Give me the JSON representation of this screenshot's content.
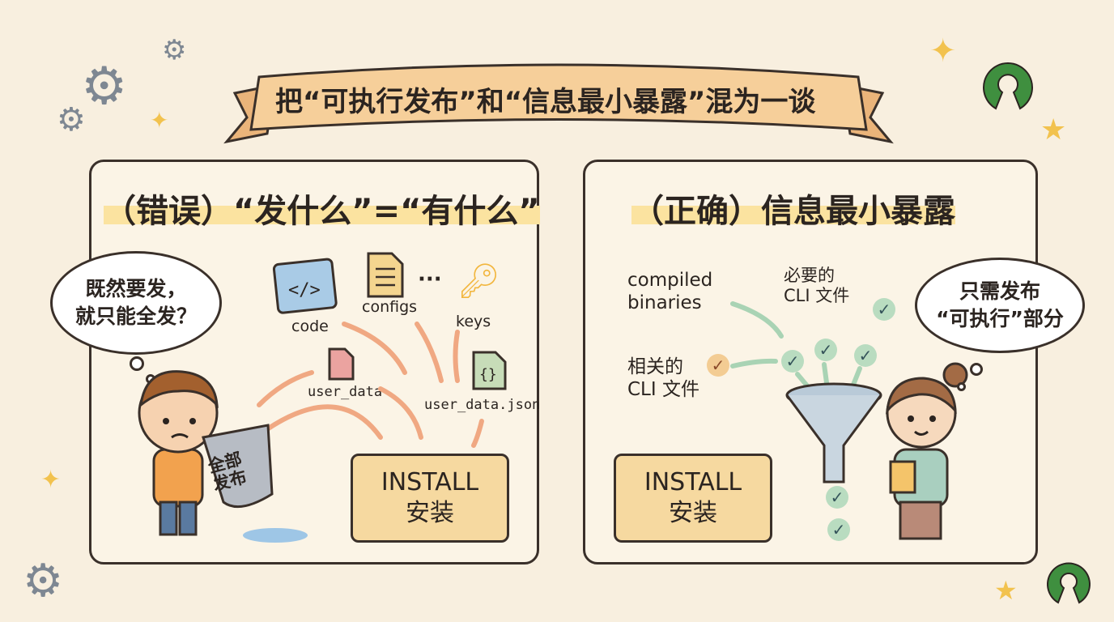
{
  "banner": {
    "title": "把“可执行发布”和“信息最小暴露”混为一谈"
  },
  "left": {
    "title": "（错误）“发什么”=“有什么”",
    "thought": [
      "既然要发，",
      "就只能全发？"
    ],
    "items": {
      "code": "code",
      "configs": "configs",
      "ellipsis": "···",
      "keys": "keys",
      "user_data": "user_data",
      "user_data_json": "user_data.json"
    },
    "bucket_label": [
      "全部",
      "发布"
    ],
    "install": [
      "INSTALL",
      "安装"
    ]
  },
  "right": {
    "title": "（正确）信息最小暴露",
    "binaries": [
      "compiled",
      "binaries"
    ],
    "required": [
      "必要的",
      "CLI 文件"
    ],
    "related": [
      "相关的",
      "CLI 文件"
    ],
    "thought": [
      "只需发布",
      "“可执行”部分"
    ],
    "install": [
      "INSTALL",
      "安装"
    ]
  },
  "colors": {
    "background": "#f8efdf",
    "banner": "#f6cf9a",
    "install": "#f6d9a0",
    "arrow_left": "#f0a882",
    "arrow_right": "#a9d3b4",
    "logo": "#3f8f3f"
  }
}
